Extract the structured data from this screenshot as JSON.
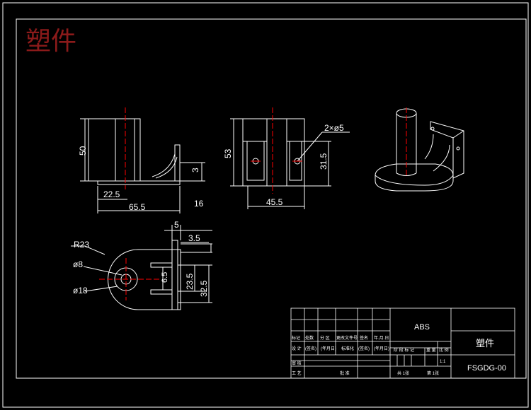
{
  "title_watermark": "塑件",
  "dimensions": {
    "front_height": "50",
    "front_base_x": "22.5",
    "front_width": "65.5",
    "front_small_h": "3",
    "front_16": "16",
    "side_height": "53",
    "side_holes": "2×ø5",
    "side_31_5": "31.5",
    "side_width": "45.5",
    "top_5": "5",
    "top_3_5": "3.5",
    "top_r23": "R23",
    "top_d8": "ø8",
    "top_d18": "ø18",
    "top_6_5": "6.5",
    "top_23_5": "23.5",
    "top_32_5": "32.5"
  },
  "title_block": {
    "material": "ABS",
    "part_name": "塑件",
    "drawing_no": "FSGDG-00",
    "scale": "1:1",
    "sheet_total": "共 1张",
    "sheet_index": "第 1张",
    "hdr_row1": [
      "标记",
      "处数",
      "分 区",
      "更改文件号",
      "签名",
      "年.月.日"
    ],
    "hdr_row2": [
      "设 计",
      "(签名)",
      "(年月日)",
      "标准化",
      "(签名)",
      "(年月日)"
    ],
    "hdr_row3": [
      "阶 段 标 记",
      "重 量",
      "比 例"
    ],
    "hdr_review": "审 核",
    "hdr_process": "工 艺",
    "hdr_approve": "批 准"
  },
  "colors": {
    "background": "#000000",
    "line": "#ffffff",
    "center": "#ff0000",
    "watermark": "#8b1a1a"
  }
}
